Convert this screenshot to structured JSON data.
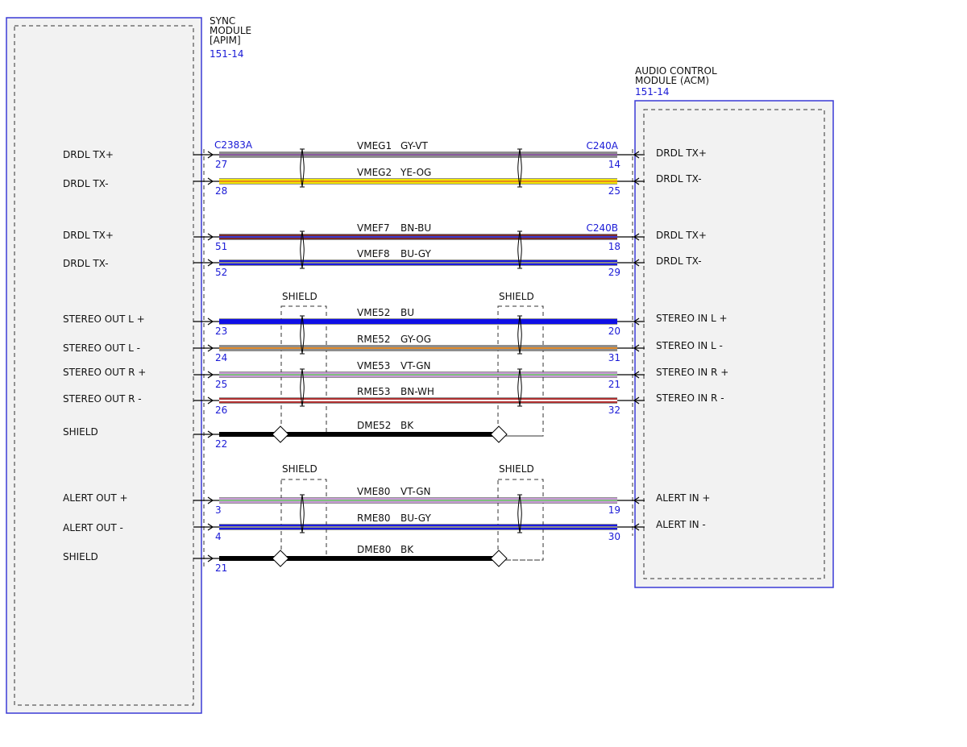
{
  "modules": {
    "left": {
      "name_lines": [
        "SYNC",
        "MODULE",
        "[APIM]"
      ],
      "ref": "151-14",
      "pins": [
        "DRDL TX+",
        "DRDL TX-",
        "DRDL TX+",
        "DRDL TX-",
        "STEREO OUT L +",
        "STEREO OUT L -",
        "STEREO OUT R +",
        "STEREO OUT R -",
        "SHIELD",
        "ALERT OUT +",
        "ALERT OUT -",
        "SHIELD"
      ]
    },
    "right": {
      "name_lines": [
        "AUDIO CONTROL",
        "MODULE (ACM)"
      ],
      "ref": "151-14",
      "pins": [
        "DRDL TX+",
        "DRDL TX-",
        "DRDL TX+",
        "DRDL TX-",
        "STEREO IN L +",
        "STEREO IN L -",
        "STEREO IN R +",
        "STEREO IN R -",
        "ALERT IN +",
        "ALERT IN -"
      ]
    }
  },
  "connectors": [
    "C2383A",
    "C240A",
    "C240B"
  ],
  "shield_label": "SHIELD",
  "wires": [
    {
      "circuit": "VMEG1",
      "color_code": "GY-VT",
      "left_pin": "27",
      "right_pin": "14",
      "colors": [
        "#8c8c8c",
        "#8a5a9e"
      ]
    },
    {
      "circuit": "VMEG2",
      "color_code": "YE-OG",
      "left_pin": "28",
      "right_pin": "25",
      "colors": [
        "#f2e600",
        "#e88a1a"
      ]
    },
    {
      "circuit": "VMEF7",
      "color_code": "BN-BU",
      "left_pin": "51",
      "right_pin": "18",
      "colors": [
        "#7a2a2a",
        "#3a3ad0"
      ]
    },
    {
      "circuit": "VMEF8",
      "color_code": "BU-GY",
      "left_pin": "52",
      "right_pin": "29",
      "colors": [
        "#1a1ae0",
        "#8c8c8c"
      ]
    },
    {
      "circuit": "VME52",
      "color_code": "BU",
      "left_pin": "23",
      "right_pin": "20",
      "colors": [
        "#0f0fe6",
        "#0f0fe6"
      ]
    },
    {
      "circuit": "RME52",
      "color_code": "GY-OG",
      "left_pin": "24",
      "right_pin": "31",
      "colors": [
        "#8c8c8c",
        "#e08a2a"
      ]
    },
    {
      "circuit": "VME53",
      "color_code": "VT-GN",
      "left_pin": "25",
      "right_pin": "21",
      "colors": [
        "#c99ad6",
        "#7fbf7f"
      ]
    },
    {
      "circuit": "RME53",
      "color_code": "BN-WH",
      "left_pin": "26",
      "right_pin": "32",
      "colors": [
        "#b03030",
        "#ffffff"
      ]
    },
    {
      "circuit": "DME52",
      "color_code": "BK",
      "left_pin": "22",
      "right_pin": "",
      "colors": [
        "#000000",
        "#000000"
      ]
    },
    {
      "circuit": "VME80",
      "color_code": "VT-GN",
      "left_pin": "3",
      "right_pin": "19",
      "colors": [
        "#c99ad6",
        "#7fbf7f"
      ]
    },
    {
      "circuit": "RME80",
      "color_code": "BU-GY",
      "left_pin": "4",
      "right_pin": "30",
      "colors": [
        "#1a1ae0",
        "#8c8c8c"
      ]
    },
    {
      "circuit": "DME80",
      "color_code": "BK",
      "left_pin": "21",
      "right_pin": "",
      "colors": [
        "#000000",
        "#000000"
      ]
    }
  ],
  "colors": {
    "module_border": "#3b3bd6",
    "module_fill": "#f2f2f2",
    "ref_text": "#1a1ad6"
  }
}
